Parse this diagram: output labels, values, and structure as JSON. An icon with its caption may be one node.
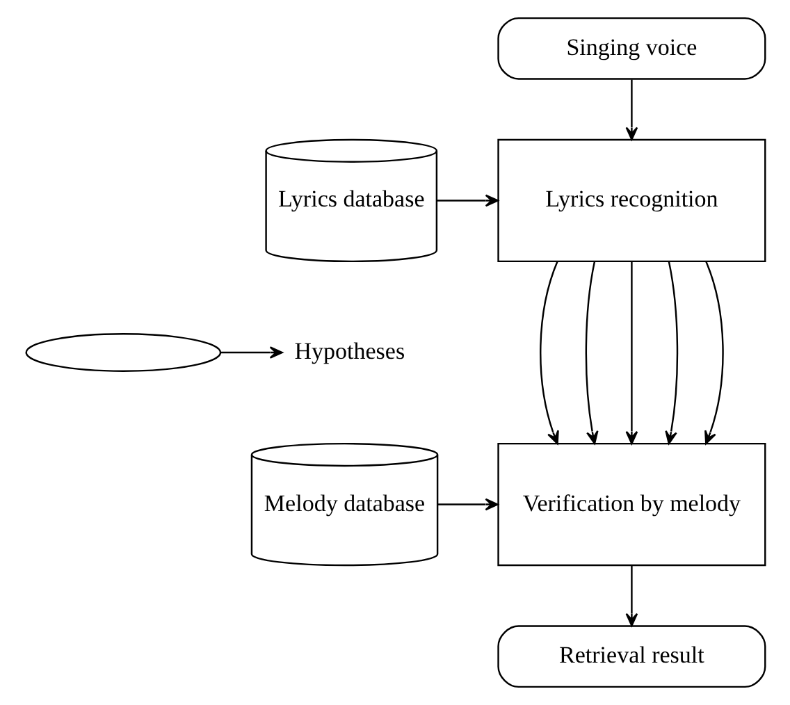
{
  "diagram": {
    "nodes": [
      {
        "text": [
          "Singing voice"
        ]
      },
      {
        "text": [
          "Lyrics database"
        ]
      },
      {
        "text": [
          "Lyrics recognition"
        ]
      },
      {
        "text": [],
        "shape": "ellipse"
      },
      {
        "text": [
          "Hypotheses"
        ]
      },
      {
        "text": [
          "Melody database"
        ]
      },
      {
        "text": [
          "Verification by melody"
        ]
      },
      {
        "text": [
          "Retrieval result"
        ]
      }
    ],
    "edges": [
      {
        "from": 0,
        "to": 2,
        "arrow": "to"
      },
      {
        "from": 1,
        "to": 2,
        "arrow": "to"
      },
      {
        "from": 2,
        "to": 6,
        "arrow": "to"
      },
      {
        "from": 2,
        "to": 6,
        "arrow": "to"
      },
      {
        "from": 2,
        "to": 6,
        "arrow": "to"
      },
      {
        "from": 2,
        "to": 6,
        "arrow": "to"
      },
      {
        "from": 2,
        "to": 6,
        "arrow": "to"
      },
      {
        "from": 3,
        "to": 4,
        "arrow": "to"
      },
      {
        "from": 5,
        "to": 6,
        "arrow": "to"
      },
      {
        "from": 6,
        "to": 7,
        "arrow": "to"
      }
    ]
  }
}
